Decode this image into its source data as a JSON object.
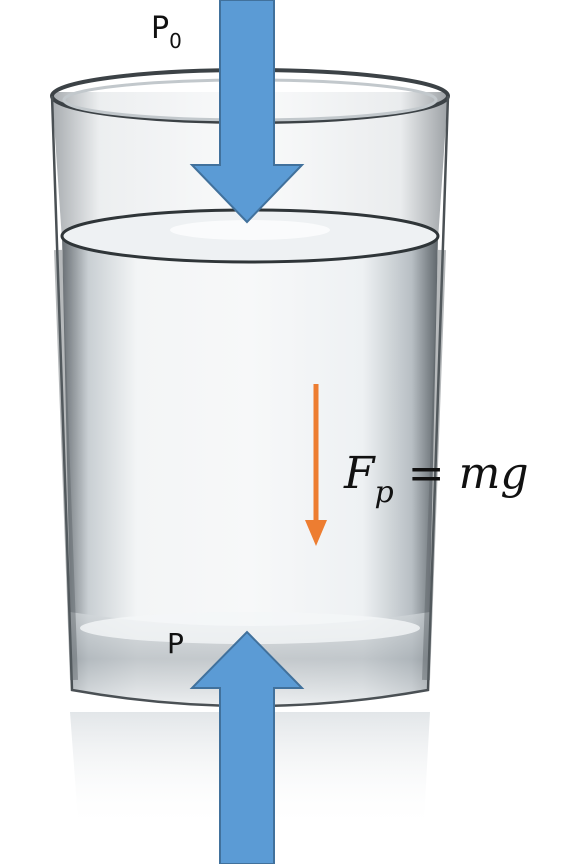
{
  "labels": {
    "top_pressure": "P",
    "top_pressure_subscript": "0",
    "bottom_pressure": "P"
  },
  "formula": {
    "lhs": "F",
    "lhs_subscript": "p",
    "operator": "=",
    "rhs": "mg"
  },
  "colors": {
    "pressure_arrow": "#5b9bd5",
    "pressure_arrow_outline": "#41719c",
    "weight_arrow": "#ed7d31",
    "water": "#e4e9ec",
    "glass_edge": "#3c4246"
  }
}
